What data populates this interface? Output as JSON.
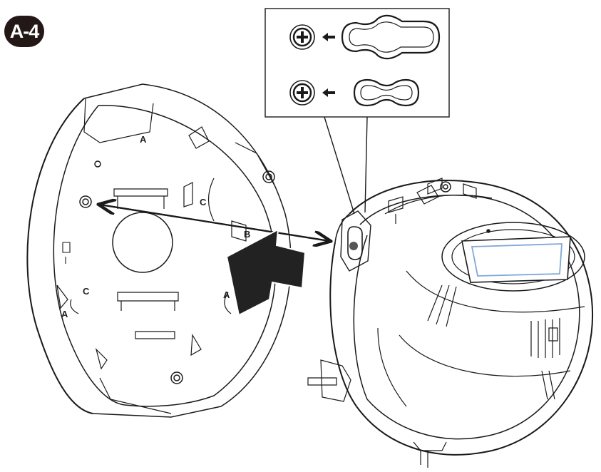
{
  "step": {
    "label": "A-4"
  },
  "bracket_labels": {
    "a_top": "A",
    "a_right": "A",
    "a_left": "A",
    "b": "B",
    "c_upper": "C",
    "c_lower": "C"
  },
  "colors": {
    "line": "#1a1a1a",
    "arrow_fill": "#222222",
    "badge": "#231815",
    "glass": "#7fa8d8"
  },
  "icons": [
    "screw-head-icon",
    "keyhole-slot-icon",
    "insert-arrow-icon",
    "double-arrow-icon"
  ]
}
